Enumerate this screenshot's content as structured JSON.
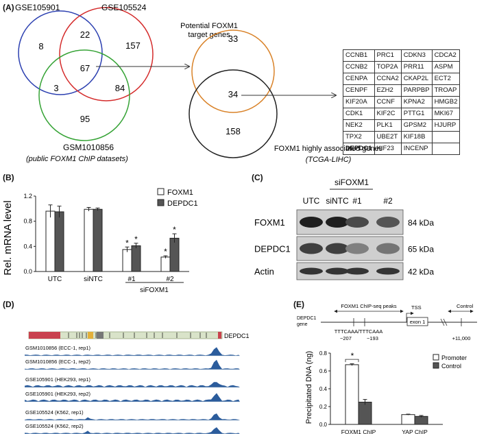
{
  "panel_labels": {
    "a": "(A)",
    "b": "(B)",
    "c": "(C)",
    "d": "(D)",
    "e": "(E)"
  },
  "panel_a": {
    "venn1": {
      "labels": {
        "gse105901": "GSE105901",
        "gse105524": "GSE105524",
        "gsm1010856": "GSM1010856"
      },
      "caption": "(public FOXM1 ChIP datasets)",
      "regions": {
        "only_105901": "8",
        "only_105524": "157",
        "only_1010856": "95",
        "n_105901_105524": "22",
        "center": "67",
        "n_105901_1010856": "3",
        "n_105524_1010856": "84"
      }
    },
    "potential_label": "Potential FOXM1\ntarget genes",
    "venn2": {
      "top": "33",
      "center": "34",
      "bottom": "158"
    },
    "associated_label": "FOXM1 highly associated genes",
    "associated_sub": "(TCGA-LIHC)",
    "colors": {
      "blue": "#2b3fb0",
      "red": "#d42a2a",
      "green": "#36a336",
      "orange": "#d98228",
      "black": "#222222"
    },
    "gene_table": [
      [
        "CCNB1",
        "PRC1",
        "CDKN3",
        "CDCA2"
      ],
      [
        "CCNB2",
        "TOP2A",
        "PRR11",
        "ASPM"
      ],
      [
        "CENPA",
        "CCNA2",
        "CKAP2L",
        "ECT2"
      ],
      [
        "CENPF",
        "EZH2",
        "PARPBP",
        "TROAP"
      ],
      [
        "KIF20A",
        "CCNF",
        "KPNA2",
        "HMGB2"
      ],
      [
        "CDK1",
        "KIF2C",
        "PTTG1",
        "MKI67"
      ],
      [
        "NEK2",
        "PLK1",
        "GPSM2",
        "HJURP"
      ],
      [
        "TPX2",
        "UBE2T",
        "KIF18B",
        ""
      ],
      [
        "DEPDC1",
        "KIF23",
        "INCENP",
        ""
      ]
    ]
  },
  "panel_b": {
    "legend": {
      "foxm1": "FOXM1",
      "depdc1": "DEPDC1"
    },
    "ylabel": "Rel. mRNA level",
    "group_label": "siFOXM1",
    "star": "*"
  },
  "chart_data": [
    {
      "type": "bar",
      "title": "",
      "categories": [
        "UTC",
        "siNTC",
        "#1",
        "#2"
      ],
      "series": [
        {
          "name": "FOXM1",
          "values": [
            0.96,
            0.99,
            0.35,
            0.23
          ],
          "errors": [
            0.1,
            0.03,
            0.04,
            0.02
          ],
          "color": "#ffffff"
        },
        {
          "name": "DEPDC1",
          "values": [
            0.95,
            0.99,
            0.41,
            0.53
          ],
          "errors": [
            0.09,
            0.02,
            0.04,
            0.07
          ],
          "color": "#555555"
        }
      ],
      "significance": [
        [
          false,
          false,
          true,
          true
        ],
        [
          false,
          false,
          true,
          true
        ]
      ],
      "ylabel": "Rel. mRNA level",
      "ylim": [
        0,
        1.2
      ],
      "yticks": [
        "0.0",
        "0.4",
        "0.8",
        "1.2"
      ],
      "grid": false,
      "legend": "top-right"
    },
    {
      "type": "bar",
      "title": "",
      "categories": [
        "FOXM1 ChIP",
        "YAP ChIP"
      ],
      "series": [
        {
          "name": "Promoter",
          "values": [
            0.67,
            0.11
          ],
          "errors": [
            0.01,
            0.005
          ],
          "color": "#ffffff"
        },
        {
          "name": "Control",
          "values": [
            0.25,
            0.09
          ],
          "errors": [
            0.03,
            0.01
          ],
          "color": "#555555"
        }
      ],
      "ylabel": "Precipitated DNA (ng)",
      "ylim": [
        0,
        0.8
      ],
      "yticks": [
        "0.0",
        "0.2",
        "0.4",
        "0.6",
        "0.8"
      ],
      "grid": false,
      "legend": "top-right"
    }
  ],
  "panel_c": {
    "lanes": [
      "UTC",
      "siNTC",
      "#1",
      "#2"
    ],
    "group_label": "siFOXM1",
    "rows": [
      {
        "name": "FOXM1",
        "kda": "84 kDa",
        "intensity": [
          0.95,
          0.95,
          0.75,
          0.7
        ]
      },
      {
        "name": "DEPDC1",
        "kda": "65 kDa",
        "intensity": [
          0.8,
          0.8,
          0.5,
          0.55
        ]
      },
      {
        "name": "Actin",
        "kda": "42 kDa",
        "intensity": [
          0.85,
          0.85,
          0.85,
          0.85
        ]
      }
    ]
  },
  "panel_d": {
    "gene": "DEPDC1",
    "tracks": [
      "GSM1010856 (ECC-1, rep1)",
      "GSM1010856 (ECC-1, rep2)",
      "GSE105901 (HEK293, rep1)",
      "GSE105901 (HEK293, rep2)",
      "GSE105524 (K562, rep1)",
      "GSE105524 (K562, rep2)"
    ],
    "track_color": "#2b5c9c"
  },
  "panel_e": {
    "peaks_label": "FOXM1 ChIP-seq peaks",
    "tss_label": "TSS",
    "control_label": "Control",
    "gene_label": "DEPDC1\ngene",
    "exon_label": "exon 1",
    "motif_label": "TTTCAAA/TTTCAAA",
    "pos1": "−207",
    "pos2": "−193",
    "pos3": "+11,000",
    "legend": {
      "promoter": "Promoter",
      "control": "Control"
    },
    "ylabel": "Precipitated DNA (ng)",
    "star": "*"
  }
}
